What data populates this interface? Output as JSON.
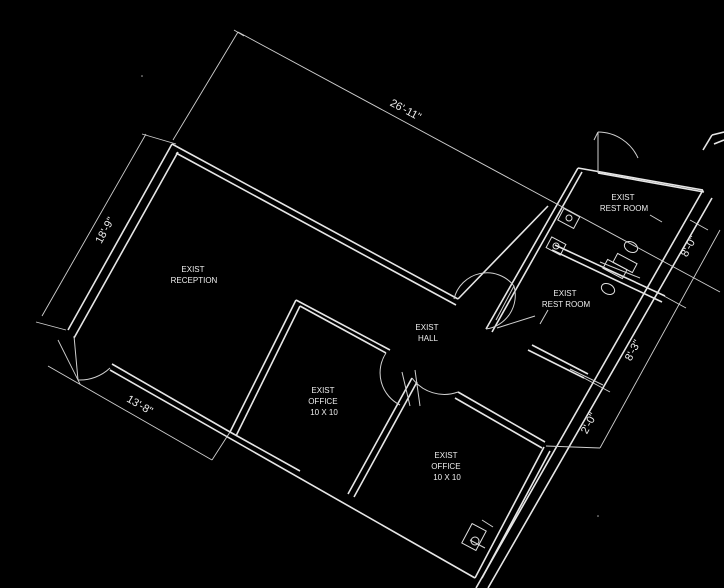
{
  "rooms": {
    "reception": [
      "EXIST",
      "RECEPTION"
    ],
    "hall": [
      "EXIST",
      "HALL"
    ],
    "office_left": [
      "EXIST",
      "OFFICE",
      "10 X 10"
    ],
    "office_right": [
      "EXIST",
      "OFFICE",
      "10 X 10"
    ],
    "restroom_top": [
      "EXIST",
      "REST ROOM"
    ],
    "restroom_bottom": [
      "EXIST",
      "REST ROOM"
    ]
  },
  "dimensions": {
    "top": "26'-11\"",
    "left": "18'-9\"",
    "bottom": "13'-8\"",
    "right_top": "8'-0\"",
    "right_middle": "8'-3\"",
    "right_bottom": "2'-0\""
  },
  "colors": {
    "background": "#000000",
    "linework": "#e6e6e6"
  }
}
